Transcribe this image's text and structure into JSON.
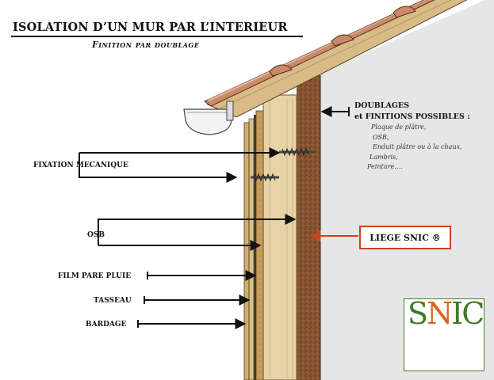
{
  "header": {
    "title": "ISOLATION D’UN MUR PAR L’INTERIEUR",
    "subtitle": "Finition par doublage"
  },
  "labels": {
    "fixation": "FIXATION MECANIQUE",
    "osb": "OSB",
    "film": "FILM PARE PLUIE",
    "tasseau": "TASSEAU",
    "bardage": "BARDAGE",
    "doublages": "DOUBLAGES",
    "finitions_heading": "et FINITIONS POSSIBLES :",
    "liege": "LIEGE SNIC ®"
  },
  "finitions_options": [
    "Plaque de plâtre,",
    "OSB,",
    "Enduit plâtre ou à la chaux,",
    "Lambris,",
    "Peinture…."
  ],
  "logo": {
    "text_s": "S",
    "text_n": "N",
    "text_ic": "IC"
  },
  "colors": {
    "highlight_border": "#c8431c",
    "cork": "#7a4a2e",
    "wood": "#e6d2a6",
    "tile": "#d7a788",
    "interior_wall": "#e8e8e8",
    "logo_green": "#3d7a2a",
    "logo_orange": "#d9661e"
  }
}
